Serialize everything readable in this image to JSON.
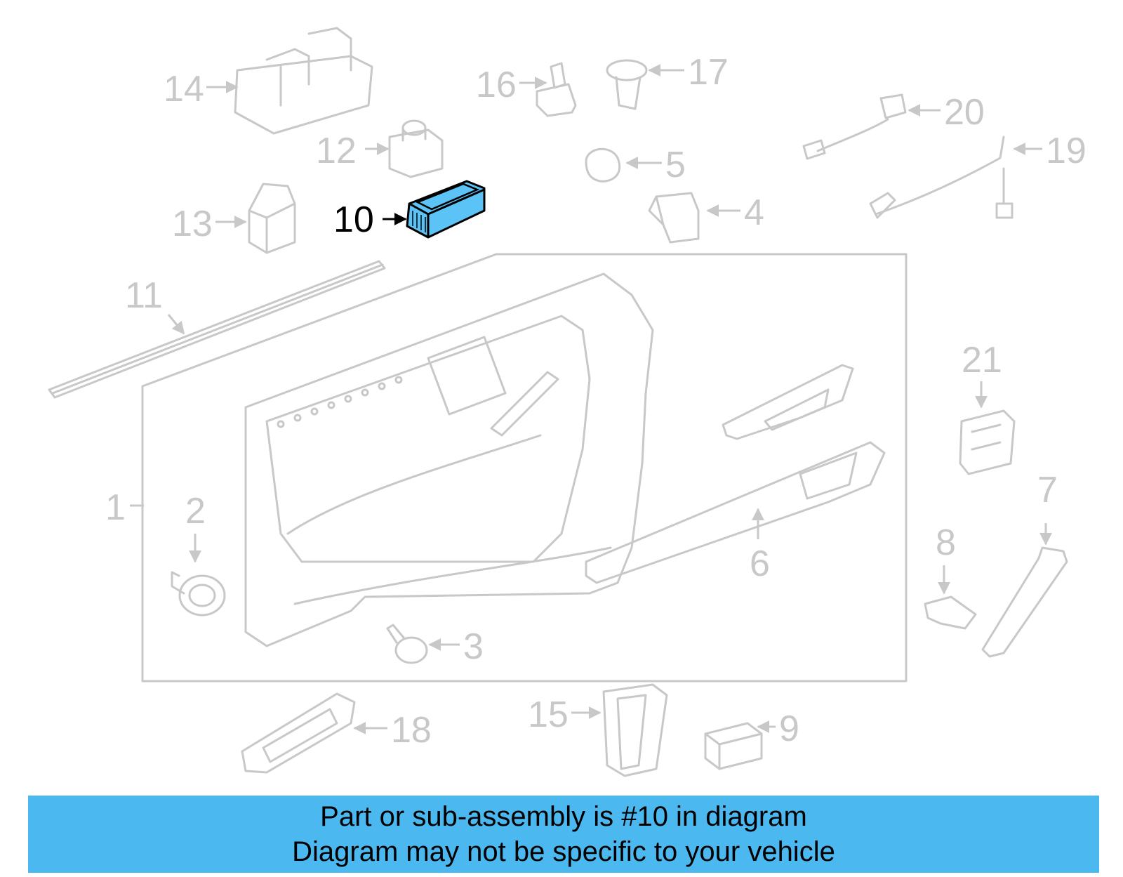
{
  "diagram": {
    "highlight_color": "#5bc3f5",
    "highlighted_part": "10",
    "callouts": [
      "1",
      "2",
      "3",
      "4",
      "5",
      "6",
      "7",
      "8",
      "9",
      "10",
      "11",
      "12",
      "13",
      "14",
      "15",
      "16",
      "17",
      "18",
      "19",
      "20",
      "21"
    ]
  },
  "banner": {
    "color": "#4bb8f0",
    "line1": "Part or sub-assembly is #10 in diagram",
    "line2": "Diagram may not be specific to your vehicle"
  }
}
